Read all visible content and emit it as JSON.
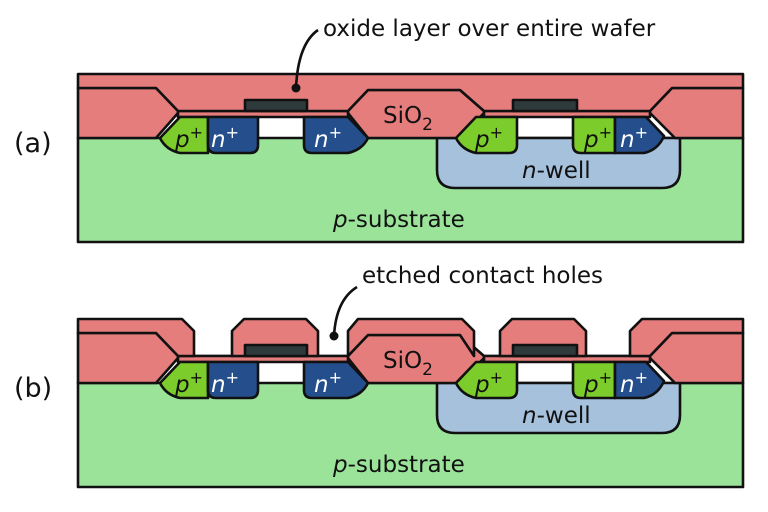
{
  "colors": {
    "oxide": "#e57d7d",
    "substrate": "#9ce39a",
    "nwell": "#a5c1dc",
    "p_plus": "#7ccc2c",
    "n_plus": "#254f8c",
    "gate": "#2e3a3c",
    "outline": "#111111"
  },
  "panels": [
    {
      "id": "a",
      "label": "(a)",
      "annotation": "oxide layer over entire wafer",
      "oxide_mode": "full"
    },
    {
      "id": "b",
      "label": "(b)",
      "annotation": "etched contact holes",
      "oxide_mode": "etched"
    }
  ],
  "regions": {
    "sio2": {
      "main": "SiO",
      "sub": "2"
    },
    "p_plus": {
      "main": "p",
      "sup": "+"
    },
    "n_plus": {
      "main": "n",
      "sup": "+"
    },
    "nwell": {
      "ital": "n",
      "rest": "-well"
    },
    "substrate": {
      "ital": "p",
      "rest": "-substrate"
    }
  }
}
